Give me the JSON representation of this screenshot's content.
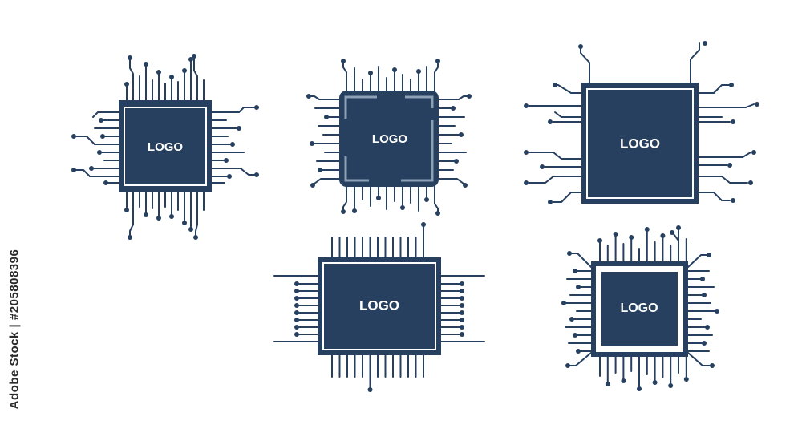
{
  "colors": {
    "chip_fill": "#27405f",
    "trace": "#27405f",
    "inner_border": "#ffffff",
    "bevel": "#8ea0b5",
    "background": "#ffffff"
  },
  "chips": [
    {
      "label": "LOGO"
    },
    {
      "label": "LOGO"
    },
    {
      "label": "LOGO"
    },
    {
      "label": "LOGO"
    },
    {
      "label": "LOGO"
    }
  ],
  "stock_id": "Adobe Stock | #205808396"
}
